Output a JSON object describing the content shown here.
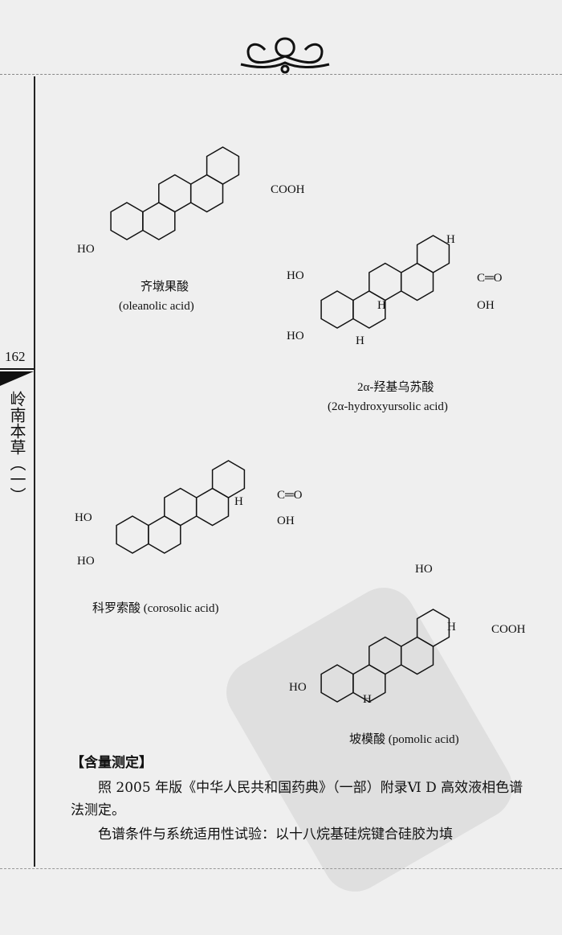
{
  "header": {
    "page_number": "162",
    "book_title": "岭南本草（一）"
  },
  "structures": [
    {
      "name_cn": "齐墩果酸",
      "name_en": "(oleanolic acid)",
      "labels": [
        "HO",
        "COOH"
      ]
    },
    {
      "name": "2α-羟基乌苏酸",
      "name_en": "(2α-hydroxyursolic acid)",
      "labels": [
        "HO",
        "HO",
        "H",
        "H",
        "H",
        "C═O",
        "OH"
      ]
    },
    {
      "name": "科罗索酸 (corosolic acid)",
      "labels": [
        "HO",
        "HO",
        "H",
        "C═O",
        "OH"
      ]
    },
    {
      "name": "坡模酸 (pomolic acid)",
      "labels": [
        "HO",
        "HO",
        "H",
        "H",
        "COOH"
      ]
    }
  ],
  "section": {
    "heading": "【含量测定】",
    "paragraphs": [
      "照 2005 年版《中华人民共和国药典》（一部）附录Ⅵ D 高效液相色谱法测定。",
      "色谱条件与系统适用性试验：以十八烷基硅烷键合硅胶为填"
    ]
  }
}
